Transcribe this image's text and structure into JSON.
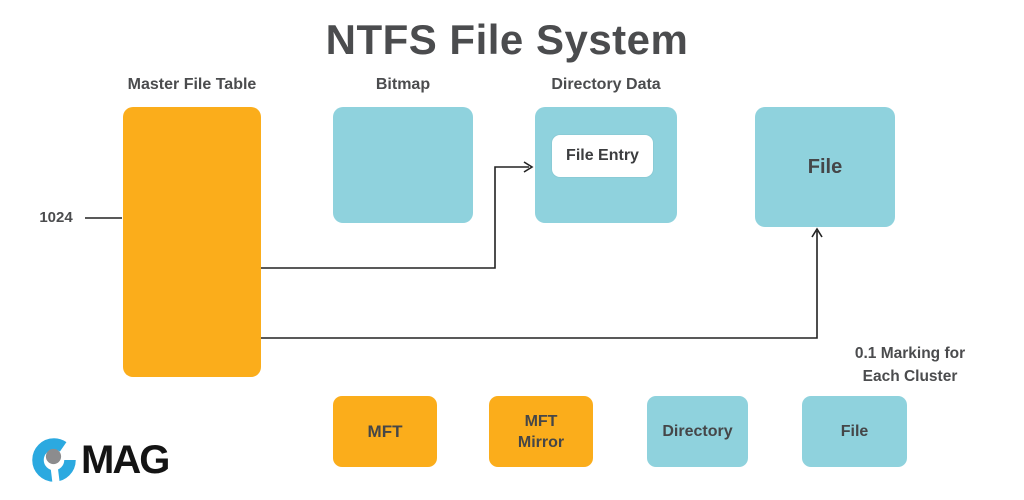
{
  "title": "NTFS File System",
  "column_labels": {
    "mft": "Master File Table",
    "bitmap": "Bitmap",
    "directory": "Directory Data"
  },
  "boxes": {
    "file_entry": "File Entry",
    "file": "File"
  },
  "annotations": {
    "mft_record_size": "1024",
    "cluster_note_line1": "0.1 Marking for",
    "cluster_note_line2": "Each Cluster"
  },
  "legend": {
    "items": [
      {
        "label": "MFT",
        "lines": [
          "MFT"
        ]
      },
      {
        "label": "MFT Mirror",
        "lines": [
          "MFT",
          "Mirror"
        ]
      },
      {
        "label": "Directory",
        "lines": [
          "Directory"
        ]
      },
      {
        "label": "File",
        "lines": [
          "File"
        ]
      }
    ]
  },
  "logo": {
    "text": "MAG"
  },
  "colors": {
    "orange": "#FBAD1B",
    "teal": "#8FD2DD",
    "heading_text": "#4B4C4E",
    "connector_line": "#222222",
    "logo_blue": "#2BA9E0",
    "logo_dot": "#8C8C8E"
  }
}
